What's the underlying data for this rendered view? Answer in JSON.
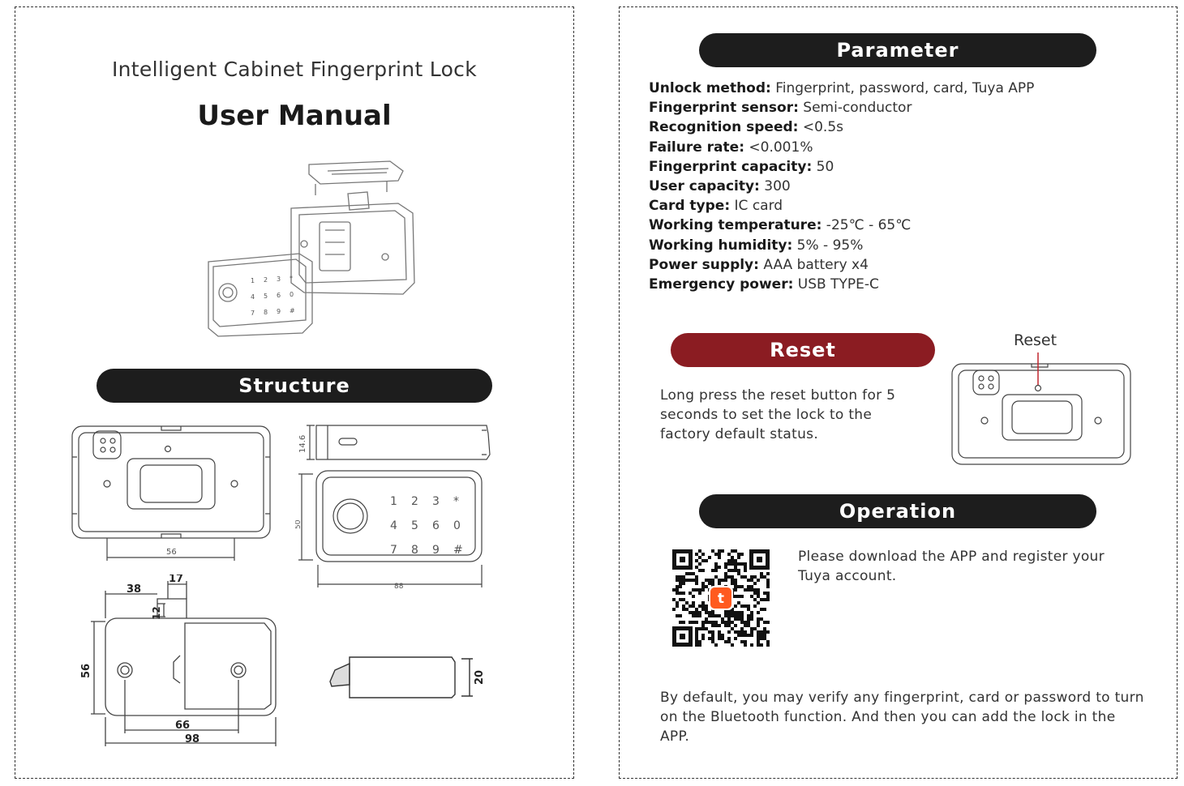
{
  "left": {
    "product_title": "Intelligent Cabinet Fingerprint Lock",
    "manual_title": "User Manual",
    "structure_heading": "Structure",
    "keypad_keys": [
      "1",
      "2",
      "3",
      "*",
      "4",
      "5",
      "6",
      "0",
      "7",
      "8",
      "9",
      "#"
    ],
    "dimensions": {
      "back_width": "56",
      "side_height": "14.6",
      "front_height": "50",
      "front_width": "88",
      "top_38": "38",
      "top_17": "17",
      "top_12": "12",
      "top_56": "56",
      "top_66": "66",
      "top_98": "98",
      "side_20": "20"
    }
  },
  "right": {
    "parameter_heading": "Parameter",
    "parameters": [
      {
        "label": "Unlock method:",
        "value": " Fingerprint, password, card, Tuya APP"
      },
      {
        "label": "Fingerprint sensor:",
        "value": " Semi-conductor"
      },
      {
        "label": "Recognition speed:",
        "value": " <0.5s"
      },
      {
        "label": "Failure rate:",
        "value": " <0.001%"
      },
      {
        "label": "Fingerprint capacity:",
        "value": " 50"
      },
      {
        "label": "User capacity:",
        "value": " 300"
      },
      {
        "label": "Card type:",
        "value": " IC card"
      },
      {
        "label": "Working temperature:",
        "value": " -25℃ - 65℃"
      },
      {
        "label": "Working humidity:",
        "value": " 5% - 95%"
      },
      {
        "label": "Power supply:",
        "value": " AAA battery x4"
      },
      {
        "label": "Emergency power:",
        "value": " USB TYPE-C"
      }
    ],
    "reset_heading": "Reset",
    "reset_text": "Long press the reset button for 5 seconds to set the lock to the factory default status.",
    "reset_callout": "Reset",
    "operation_heading": "Operation",
    "download_text": "Please download the APP and register your Tuya account.",
    "tuya_logo_letter": "t",
    "default_text": "By default, you may verify any fingerprint, card or password to turn on the Bluetooth function. And then you can add the lock in the APP.",
    "colors": {
      "reset_red": "#8b1c22",
      "tuya_orange": "#ff5a1f",
      "pill_dark": "#1d1d1d"
    }
  }
}
